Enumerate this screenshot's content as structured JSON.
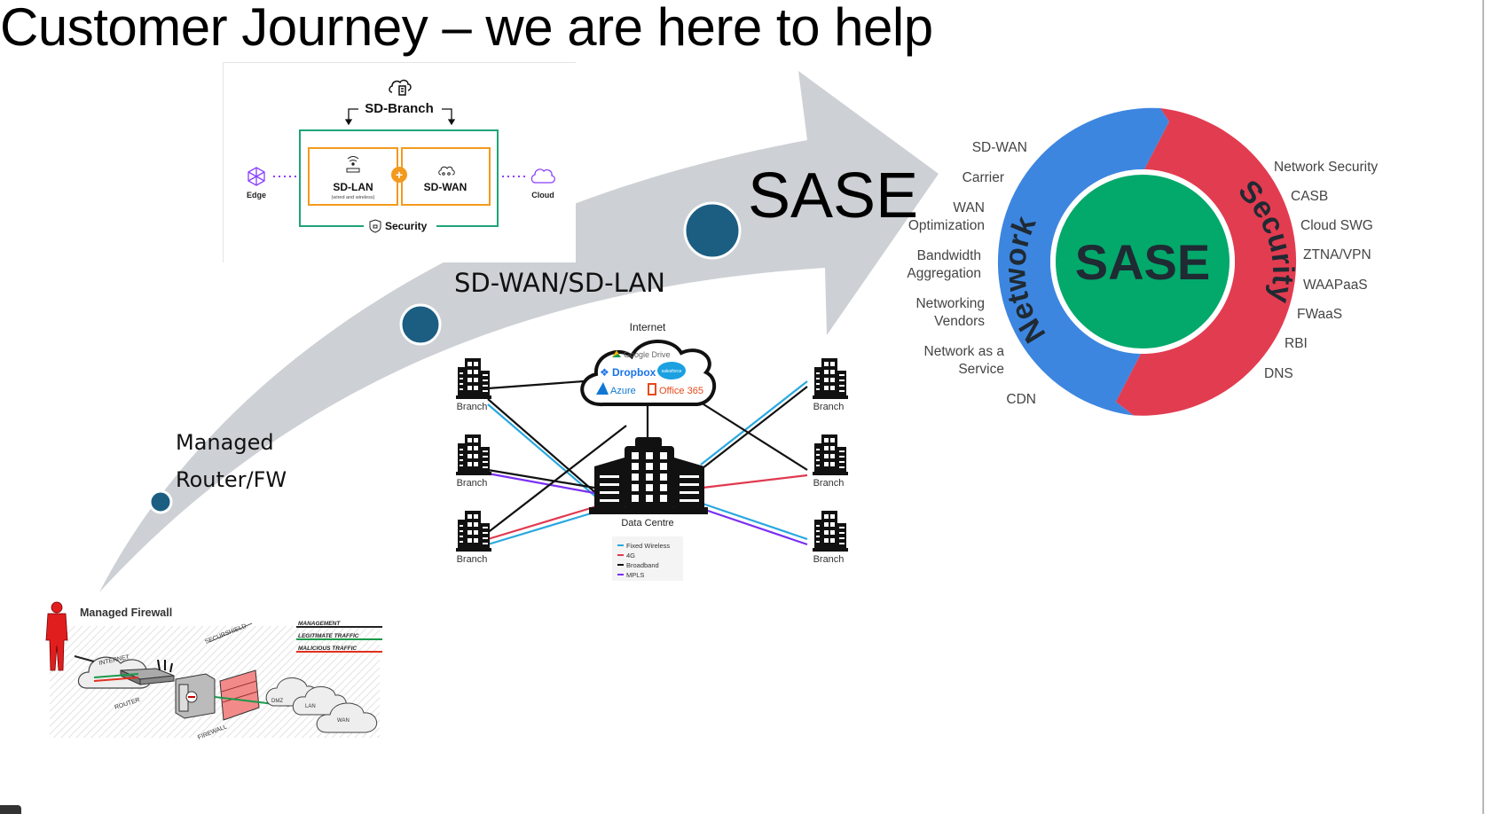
{
  "slide": {
    "title": "Customer Journey – we are here to help"
  },
  "journey": {
    "arrow_color": "#cdd0d4",
    "milestone_color": "#1b5e82",
    "stages": [
      {
        "label_line1": "Managed",
        "label_line2": "Router/FW"
      },
      {
        "label": "SD-WAN/SD-LAN"
      },
      {
        "label": "SASE"
      }
    ]
  },
  "sd_branch": {
    "title": "SD-Branch",
    "edge_label": "Edge",
    "cloud_label": "Cloud",
    "sdlan_label": "SD-LAN",
    "sdlan_sub": "(wired and wireless)",
    "sdwan_label": "SD-WAN",
    "plus": "+",
    "security_label": "Security",
    "colors": {
      "frame": "#1fa37a",
      "box": "#f39a1e",
      "edge": "#8a3ffc"
    }
  },
  "network_diagram": {
    "internet_label": "Internet",
    "cloud_services": [
      "Google Drive",
      "Dropbox",
      "salesforce",
      "Azure",
      "Office 365"
    ],
    "datacentre_label": "Data Centre",
    "branch_label": "Branch",
    "legend": [
      {
        "label": "Fixed Wireless",
        "color": "#29a8e0"
      },
      {
        "label": "4G",
        "color": "#e03a50"
      },
      {
        "label": "Broadband",
        "color": "#111111"
      },
      {
        "label": "MPLS",
        "color": "#7b2ff2"
      }
    ]
  },
  "managed_firewall": {
    "title": "Managed Firewall",
    "legend": [
      {
        "label": "MANAGEMENT",
        "color": "#222222"
      },
      {
        "label": "LEGITIMATE TRAFFIC",
        "color": "#1a9a4a"
      },
      {
        "label": "MALICIOUS TRAFFIC",
        "color": "#e0301e"
      }
    ],
    "labels": {
      "internet": "INTERNET",
      "router": "ROUTER",
      "securshield": "SECURSHIELD",
      "firewall": "FIREWALL",
      "dmz": "DMZ",
      "lan": "LAN",
      "wan": "WAN"
    }
  },
  "sase_wheel": {
    "center_label": "SASE",
    "network_label": "Network",
    "security_label": "Security",
    "colors": {
      "network": "#3d86e0",
      "security": "#e23c50",
      "center": "#02a96b",
      "text": "#1f2a33"
    },
    "network_items": [
      {
        "line1": "SD-WAN"
      },
      {
        "line1": "Carrier"
      },
      {
        "line1": "WAN",
        "line2": "Optimization"
      },
      {
        "line1": "Bandwidth",
        "line2": "Aggregation"
      },
      {
        "line1": "Networking",
        "line2": "Vendors"
      },
      {
        "line1": "Network as a",
        "line2": "Service"
      },
      {
        "line1": "CDN"
      }
    ],
    "security_items": [
      "Network Security",
      "CASB",
      "Cloud SWG",
      "ZTNA/VPN",
      "WAAPaaS",
      "FWaaS",
      "RBI",
      "DNS"
    ]
  }
}
